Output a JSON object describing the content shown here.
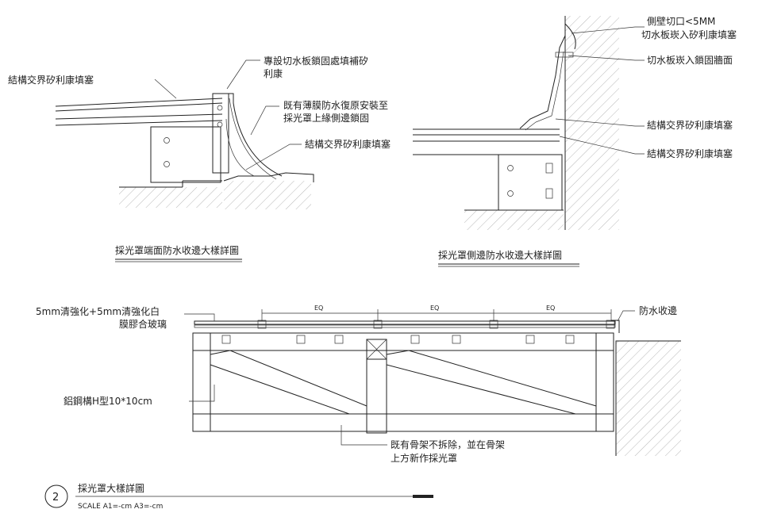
{
  "detail_1": {
    "title": "採光罩端面防水收邊大樣詳圖",
    "label_struct_joint_left": "結構交界矽利康填塞",
    "label_flashing_line1": "專設切水板鎖固處填補矽",
    "label_flashing_line2": "利康",
    "label_membrane_line1": "既有薄膜防水復原安裝至",
    "label_membrane_line2": "採光罩上緣側邊鎖固",
    "label_struct_joint_bottom": "結構交界矽利康填塞"
  },
  "detail_2": {
    "title": "採光罩側邊防水收邊大樣詳圖",
    "label_wall_cut_line1": "側壁切口<5MM",
    "label_wall_cut_line2": "切水板崁入矽利康填塞",
    "label_flashing_lock": "切水板崁入鎖固牆面",
    "label_struct_joint_1": "結構交界矽利康填塞",
    "label_struct_joint_2": "結構交界矽利康填塞"
  },
  "detail_3": {
    "label_glass_line1": "5mm清強化+5mm清強化白",
    "label_glass_line2": "膜膠合玻璃",
    "label_edge": "防水收邊",
    "label_beam": "鋁鋼構H型10*10cm",
    "label_frame_line1": "既有骨架不拆除，並在骨架",
    "label_frame_line2": "上方新作採光罩",
    "dim_labels": [
      "EQ",
      "EQ",
      "EQ"
    ]
  },
  "title_block": {
    "number": "2",
    "title": "採光罩大樣詳圖",
    "scale": "SCALE  A1=-cm A3=-cm"
  },
  "colors": {
    "frame_fill": "#d9d9d9",
    "line": "#222222",
    "hatch": "#888888"
  }
}
